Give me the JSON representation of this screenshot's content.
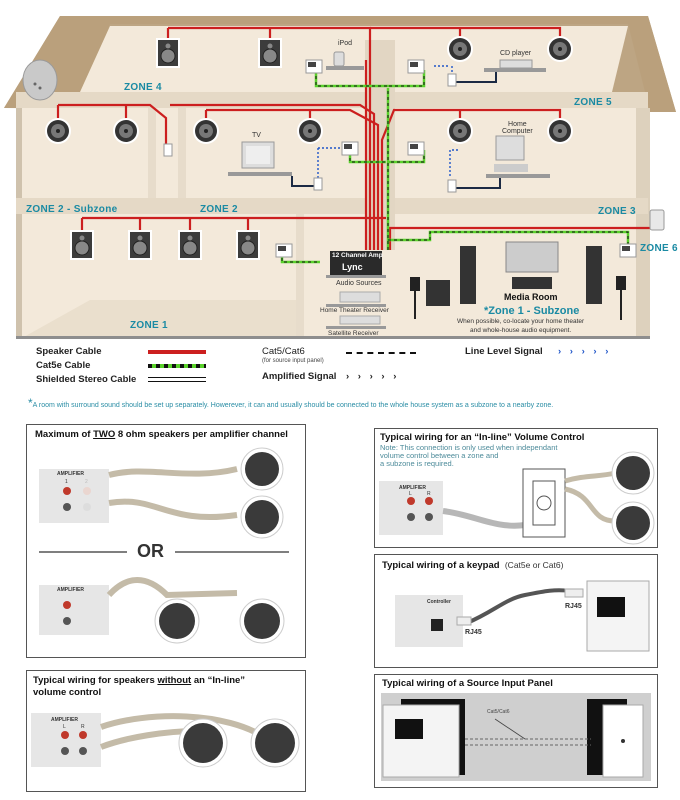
{
  "house": {
    "zones": {
      "zone1": "ZONE 1",
      "zone2": "ZONE 2",
      "zone2_subzone": "ZONE 2 - Subzone",
      "zone3": "ZONE 3",
      "zone4": "ZONE 4",
      "zone5": "ZONE 5",
      "zone6": "ZONE 6"
    },
    "devices": {
      "ipod": "iPod",
      "cd_player": "CD player",
      "tv": "TV",
      "home_computer_line1": "Home",
      "home_computer_line2": "Computer",
      "amp_line1": "12 Channel Amp",
      "amp_brand": "Lync",
      "audio_sources": "Audio Sources",
      "home_theater_receiver": "Home Theater Receiver",
      "satellite_receiver": "Satellite Receiver",
      "media_room": "Media Room"
    },
    "subzone_note": {
      "title": "*Zone 1 - Subzone",
      "line1": "When possible, co-locate your home theater",
      "line2": "and whole-house audio equipment."
    }
  },
  "legend": {
    "speaker_cable": "Speaker Cable",
    "cat5e_cable": "Cat5e Cable",
    "shielded_stereo_cable": "Shielded Stereo Cable",
    "cat5_cat6": "Cat5/Cat6",
    "cat5_cat6_sub": "(for source input panel)",
    "amplified_signal": "Amplified Signal",
    "amplified_glyphs": "› › › › ›",
    "line_level_signal": "Line Level Signal",
    "line_level_glyphs": "› › › › ›",
    "colors": {
      "speaker": "#cc1f1f",
      "cat5e_green": "#59d12b",
      "line_level": "#1f55c8",
      "zone_teal": "#1a8aa3"
    }
  },
  "footnote": {
    "star": "*",
    "text": "A room with surround sound should be set up separately.  Howerever, it can and usually should be connected to the whole house system as a subzone to a nearby zone."
  },
  "panels": {
    "two_speakers": {
      "title_pre": "Maximum of ",
      "title_em": "TWO",
      "title_post": " 8 ohm speakers per amplifier channel",
      "amp_label": "AMPLIFIER",
      "ch1": "1",
      "ch2": "2",
      "or": "OR"
    },
    "without_inline": {
      "title_line1_pre": "Typical wiring for speakers ",
      "title_line1_em": "without",
      "title_line1_post": " an “In-line”",
      "title_line2": "volume control",
      "amp_label": "AMPLIFIER",
      "left": "L",
      "right": "R"
    },
    "inline_volume": {
      "title": "Typical wiring for an “In-line” Volume Control",
      "note_line1": "Note: This connection is only used when independant",
      "note_line2": "volume control between a zone and",
      "note_line3": "a subzone is required.",
      "amp_label": "AMPLIFIER",
      "left": "L",
      "right": "R"
    },
    "keypad": {
      "title": "Typical wiring of a keypad",
      "title_sub": "(Cat5e or Cat6)",
      "controller": "Controller",
      "rj45_a": "RJ45",
      "rj45_b": "RJ45"
    },
    "source_input": {
      "title": "Typical wiring of a Source Input Panel",
      "cable_label": "Cat5/Cat6"
    }
  }
}
